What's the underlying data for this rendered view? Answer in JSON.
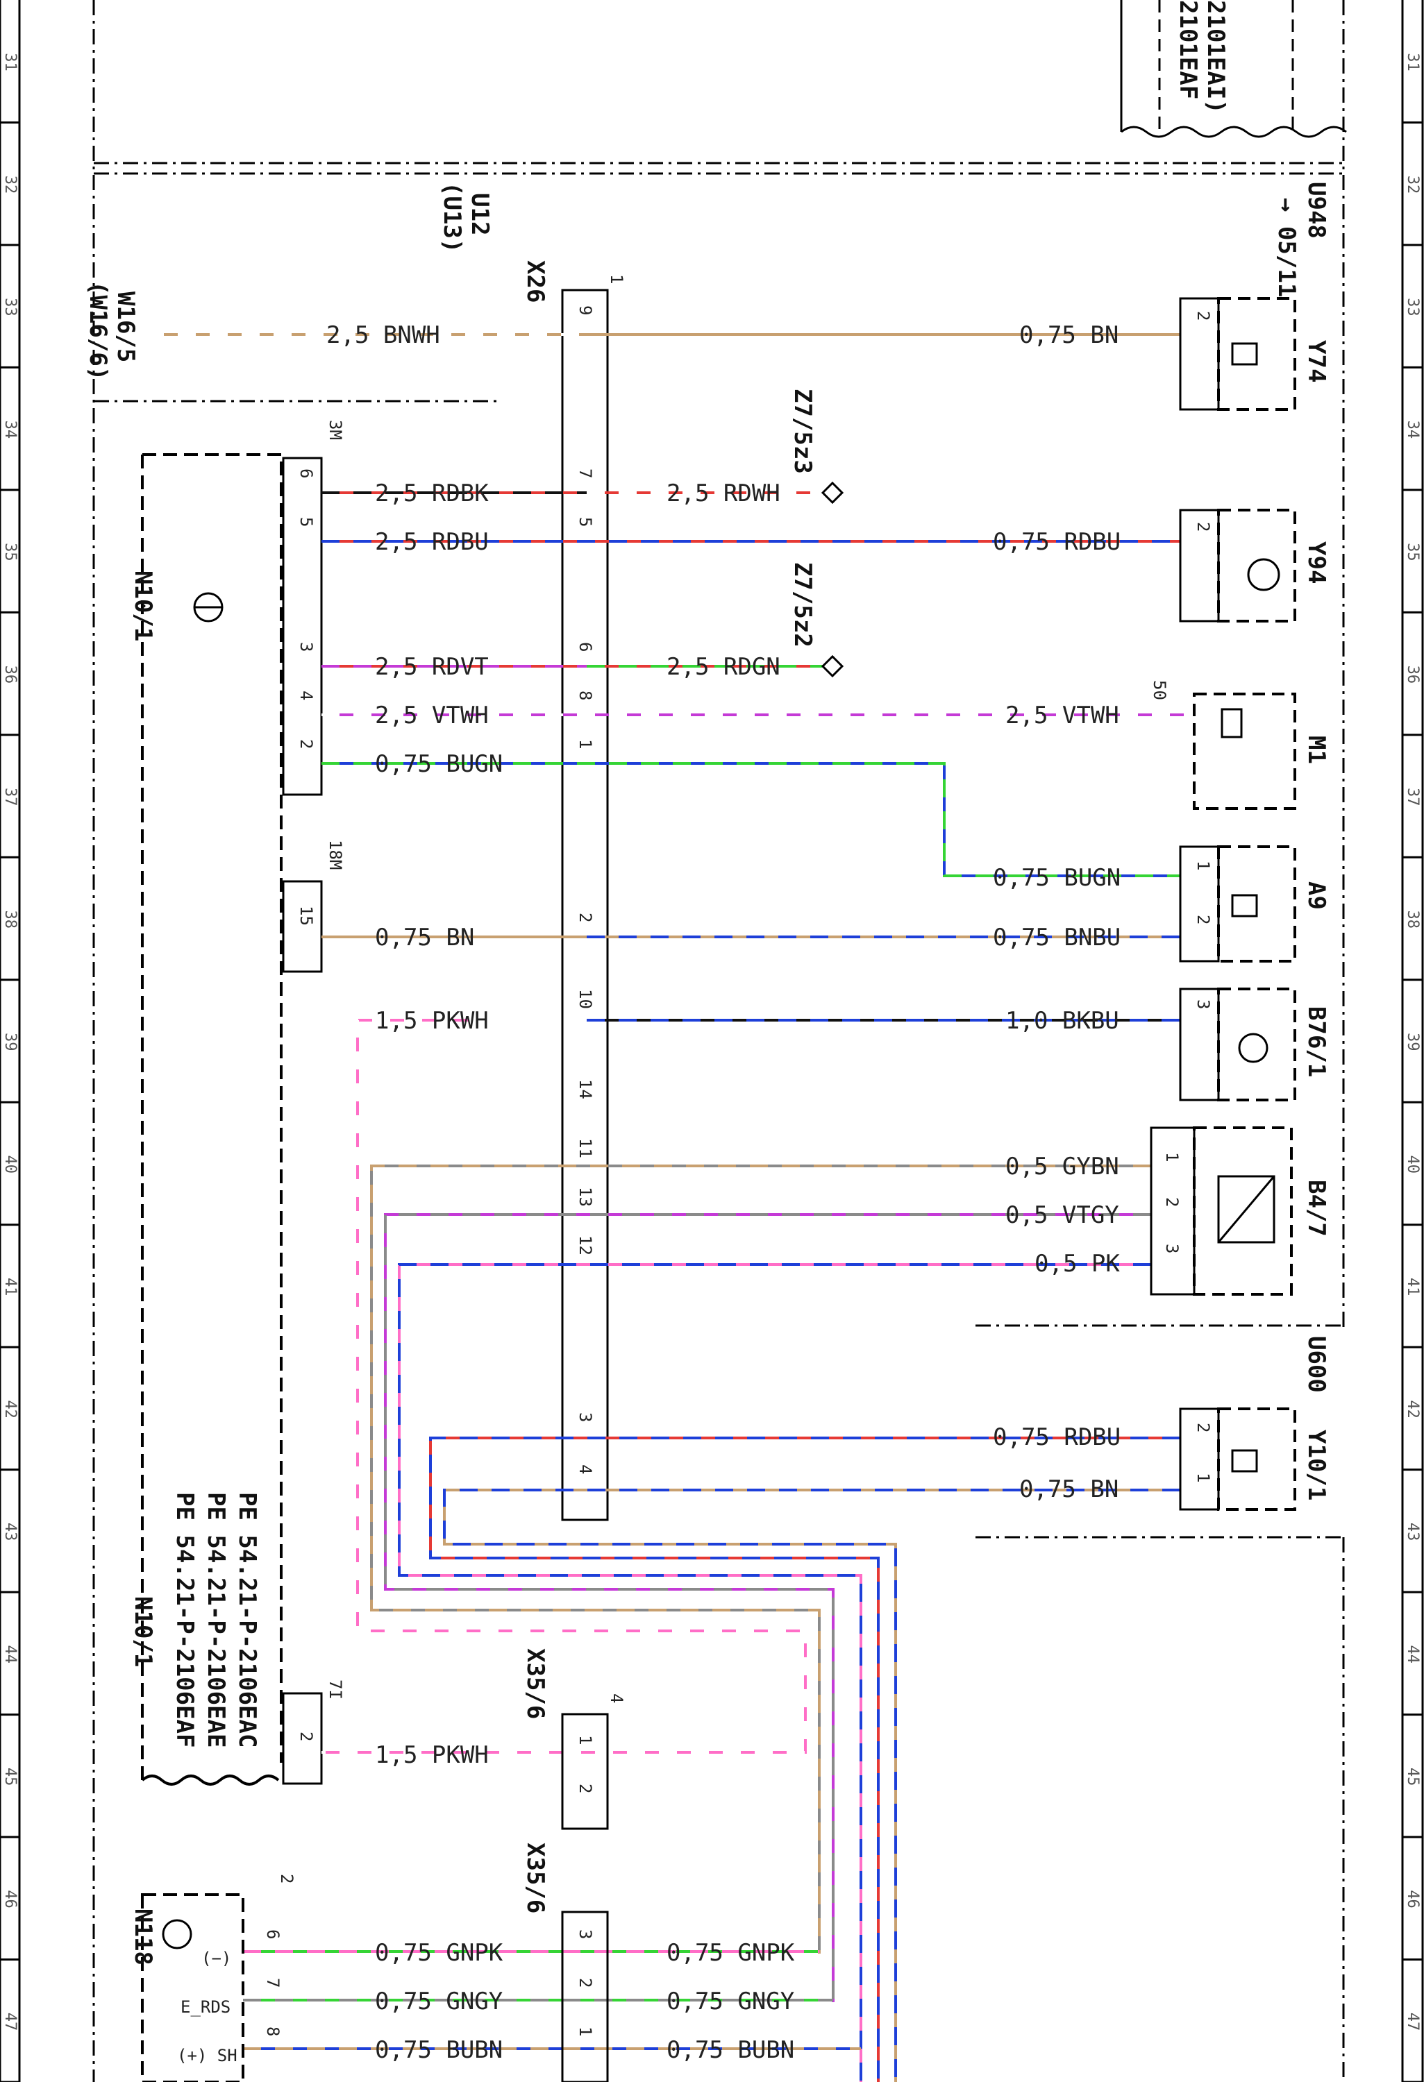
{
  "grid_rows": [
    "31",
    "32",
    "33",
    "34",
    "35",
    "36",
    "37",
    "38",
    "39",
    "40",
    "41",
    "42",
    "43",
    "44",
    "45",
    "46",
    "47"
  ],
  "colors": {
    "BN": "#c8a070",
    "WH": "#ffffff",
    "RD": "#e53935",
    "BK": "#111111",
    "BU": "#1e3fd8",
    "VT": "#c43ad6",
    "GN": "#35d435",
    "PK": "#ff6ec7",
    "GY": "#8a8a8a"
  },
  "components": {
    "u12": "U12",
    "u13": "(U13)",
    "w16_5": "W16/5",
    "w16_6": "(W16/6)",
    "x26": "X26",
    "x26_pin1": "1",
    "u948": "U948",
    "u948_ref": "→ 05/11",
    "y74": "Y74",
    "y94": "Y94",
    "m1": "M1",
    "m1_term": "50",
    "a9": "A9",
    "b76_1": "B76/1",
    "b4_7": "B4/7",
    "u600": "U600",
    "y10_1": "Y10/1",
    "z7_5z3": "Z7/5z3",
    "z7_5z2": "Z7/5z2",
    "n10_1": "N10/1",
    "n10_1_b": "N10/1",
    "conn_3m": "3M",
    "conn_18m": "18M",
    "conn_7i": "7I",
    "conn_2": "2",
    "x35_6a": "X35/6",
    "x35_6a_pin": "4",
    "x35_6b": "X35/6",
    "n118": "N118",
    "n118_minus": "(−)",
    "n118_erds": "E_RDS",
    "n118_sh": "(+) SH",
    "top_box_1": "2101EAF",
    "top_box_2": "2101EAI)"
  },
  "notes": [
    "PE 54.21-P-2106EAC",
    "PE 54.21-P-2106EAE",
    "PE 54.21-P-2106EAF"
  ],
  "wires": {
    "w_bnwh": "2,5 BNWH",
    "w_bn_y74": "0,75 BN",
    "w_rdbk": "2,5 RDBK",
    "w_rdwh": "2,5 RDWH",
    "w_rdbu_l": "2,5 RDBU",
    "w_rdbu_r": "0,75 RDBU",
    "w_rdvt": "2,5 RDVT",
    "w_rdgn": "2,5 RDGN",
    "w_vtwh_l": "2,5 VTWH",
    "w_vtwh_r": "2,5 VTWH",
    "w_bugn_l": "0,75 BUGN",
    "w_bugn_r": "0,75 BUGN",
    "w_bn_18m": "0,75 BN",
    "w_bnbu": "0,75 BNBU",
    "w_pkwh": "1,5 PKWH",
    "w_bkbu": "1,0 BKBU",
    "w_gybn": "0,5 GYBN",
    "w_vtgy": "0,5 VTGY",
    "w_pk": "0,5 PK",
    "w_rdbu_y10": "0,75 RDBU",
    "w_bn_y10": "0,75 BN",
    "w_pkwh_2": "1,5 PKWH",
    "w_gnpk_l": "0,75 GNPK",
    "w_gnpk_r": "0,75 GNPK",
    "w_gngy_l": "0,75 GNGY",
    "w_gngy_r": "0,75 GNGY",
    "w_bubn_l": "0,75 BUBN",
    "w_bubn_r": "0,75 BUBN"
  },
  "pins": {
    "x26_9": "9",
    "x26_7": "7",
    "x26_5": "5",
    "x26_6": "6",
    "x26_8": "8",
    "x26_1": "1",
    "x26_2": "2",
    "x26_10": "10",
    "x26_14": "14",
    "x26_11": "11",
    "x26_13": "13",
    "x26_12": "12",
    "x26_3": "3",
    "x26_4": "4",
    "n10_6": "6",
    "n10_5": "5",
    "n10_3": "3",
    "n10_4": "4",
    "n10_2": "2",
    "n10_15": "15",
    "n10_2b": "2",
    "y74_2": "2",
    "y94_2": "2",
    "a9_1": "1",
    "a9_2": "2",
    "b76_3": "3",
    "b47_1": "1",
    "b47_2": "2",
    "b47_3": "3",
    "y10_2": "2",
    "y10_1": "1",
    "x35a_1": "1",
    "x35a_2": "2",
    "x35b_3": "3",
    "x35b_2": "2",
    "x35b_1": "1",
    "n118_6": "6",
    "n118_7": "7",
    "n118_8": "8"
  }
}
